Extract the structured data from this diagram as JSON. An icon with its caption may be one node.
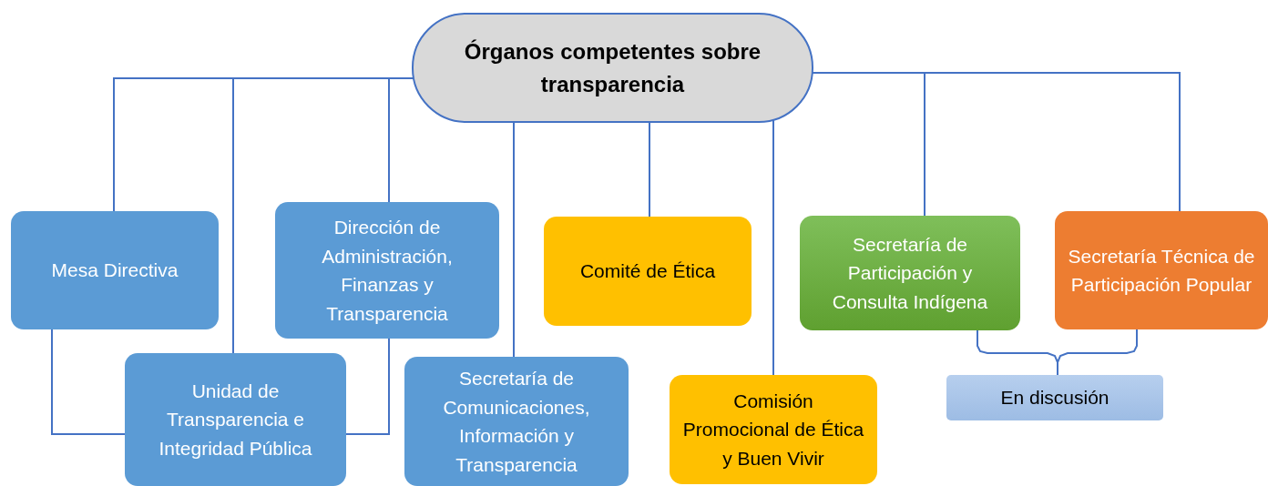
{
  "diagram": {
    "nodes": [
      {
        "text": [
          "Órganos competentes sobre transparencia"
        ]
      },
      {
        "text": [
          "Mesa Directiva"
        ]
      },
      {
        "text": [
          "Dirección de Administración, Finanzas y Transparencia"
        ]
      },
      {
        "text": [
          "Comité de Ética"
        ]
      },
      {
        "text": [
          "Secretaría de Participación y Consulta Indígena"
        ]
      },
      {
        "text": [
          "Secretaría Técnica de Participación Popular"
        ]
      },
      {
        "text": [
          "Unidad de Transparencia e Integridad Pública"
        ]
      },
      {
        "text": [
          "Secretaría de Comunicaciones, Información y Transparencia"
        ]
      },
      {
        "text": [
          "Comisión Promocional de Ética y Buen Vivir"
        ]
      },
      {
        "text": [
          "En discusión"
        ]
      }
    ],
    "edges": [
      {
        "from": 0,
        "to": 1,
        "arrow": "none"
      },
      {
        "from": 0,
        "to": 6,
        "arrow": "none"
      },
      {
        "from": 0,
        "to": 2,
        "arrow": "none"
      },
      {
        "from": 0,
        "to": 7,
        "arrow": "none"
      },
      {
        "from": 0,
        "to": 3,
        "arrow": "none"
      },
      {
        "from": 0,
        "to": 8,
        "arrow": "none"
      },
      {
        "from": 0,
        "to": 4,
        "arrow": "none"
      },
      {
        "from": 0,
        "to": 5,
        "arrow": "none"
      },
      {
        "from": 1,
        "to": 6,
        "arrow": "none"
      },
      {
        "from": 2,
        "to": 6,
        "arrow": "none"
      },
      {
        "from": 4,
        "to": 9,
        "arrow": "none"
      },
      {
        "from": 5,
        "to": 9,
        "arrow": "none"
      }
    ]
  }
}
